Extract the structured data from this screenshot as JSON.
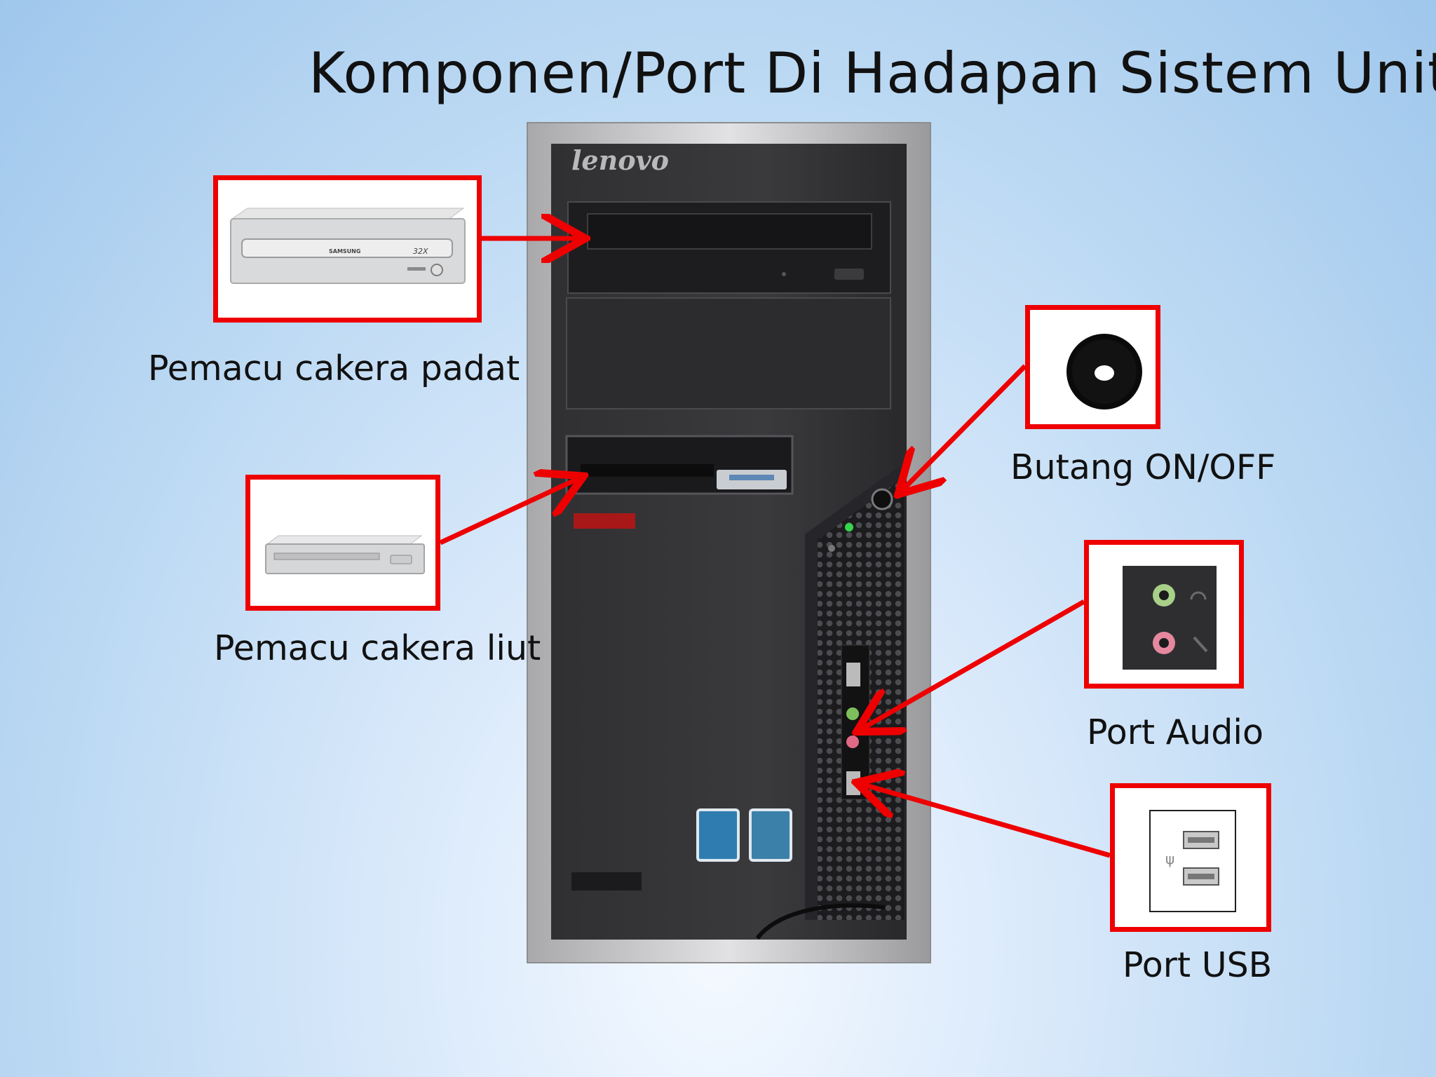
{
  "slide": {
    "title": "Komponen/Port Di Hadapan Sistem Unit",
    "brand": "lenovo",
    "optical_drive_brand": "SAMSUNG",
    "optical_drive_speed": "32X"
  },
  "components": [
    {
      "id": "optical",
      "label": "Pemacu cakera padat"
    },
    {
      "id": "floppy",
      "label": "Pemacu cakera liut"
    },
    {
      "id": "power",
      "label": "Butang ON/OFF"
    },
    {
      "id": "audio",
      "label": "Port Audio"
    },
    {
      "id": "usb",
      "label": "Port USB"
    }
  ],
  "colors": {
    "callout": "#ee0000",
    "case": "#2a2a2c",
    "case_frame": "#c8c8c8"
  }
}
